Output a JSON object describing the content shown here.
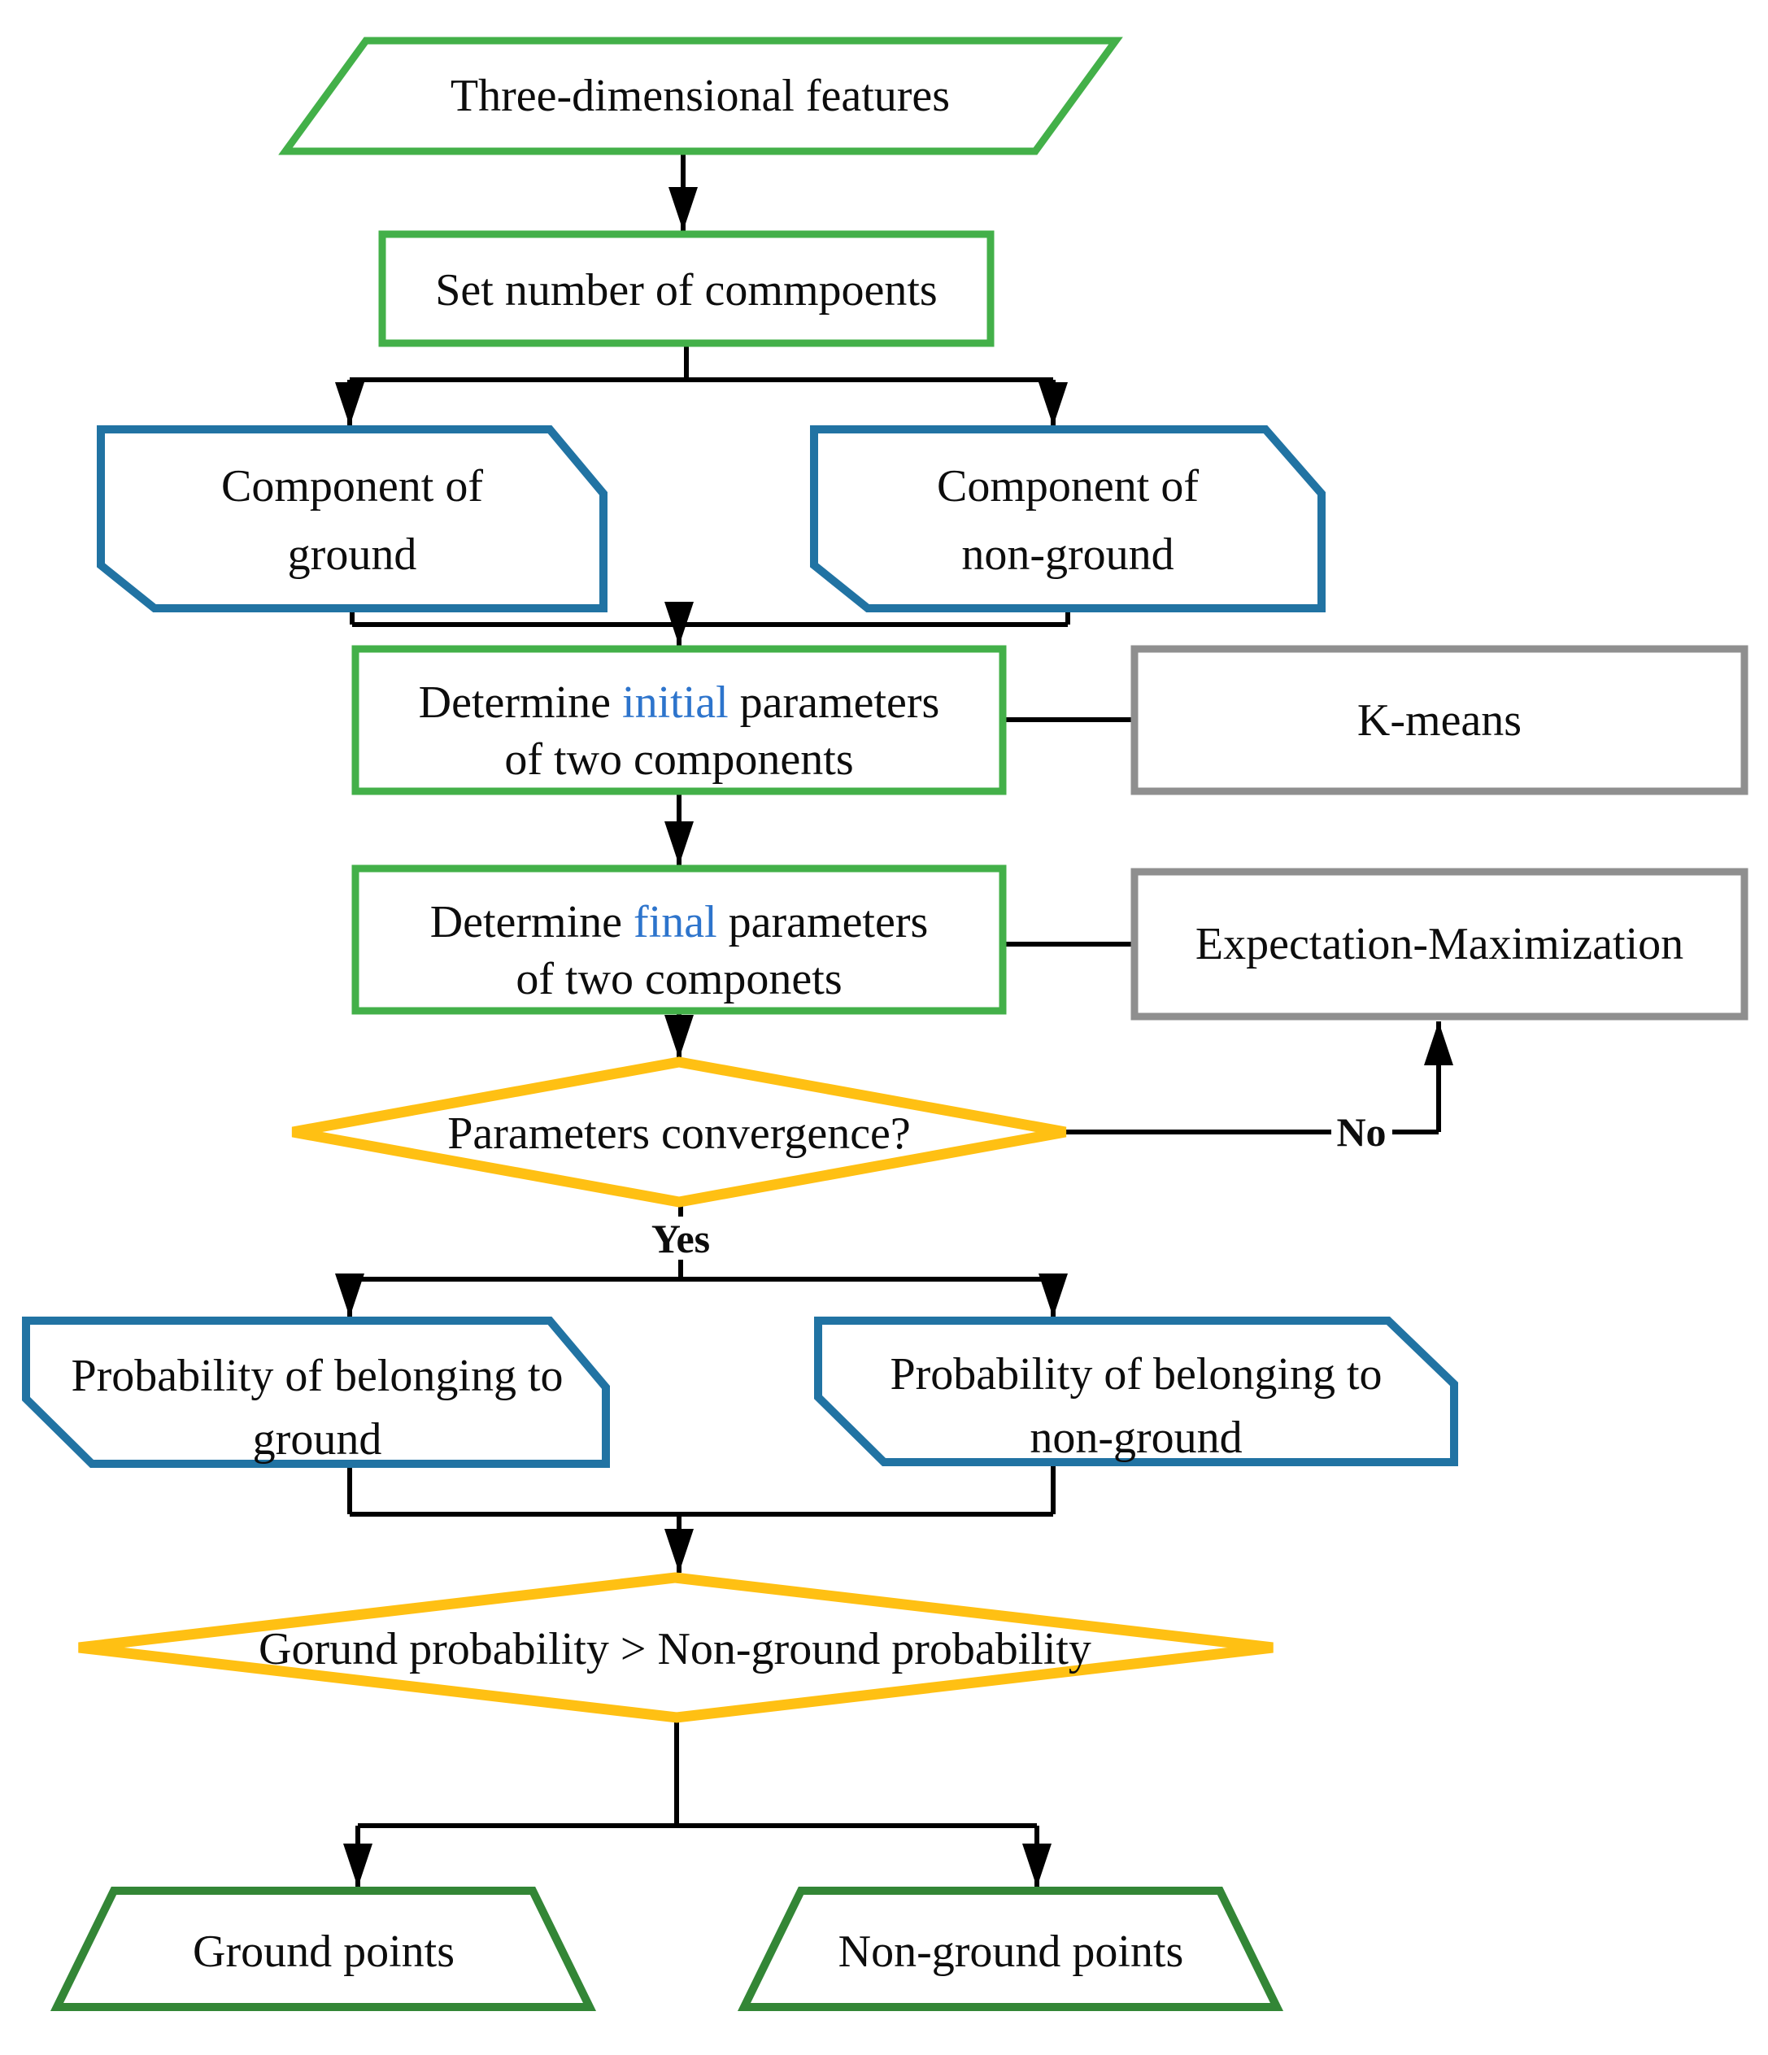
{
  "palette": {
    "bright_green": "#43b049",
    "dark_green": "#338636",
    "blue": "#2173a3",
    "yellow": "#ffc013",
    "gray": "#8f8f8f",
    "red": "#f90b0a",
    "blue_text": "#2d74cc",
    "black": "#000000"
  },
  "nodes": {
    "input": {
      "label": "Three-dimensional features"
    },
    "set_components": {
      "label": "Set number of commpoents"
    },
    "component_ground": {
      "line1": "Component of",
      "line2": "ground"
    },
    "component_nonground": {
      "line1": "Component of",
      "line2": "non-ground"
    },
    "init_params": {
      "line1_pre": "Determine ",
      "line1_highlight": "initial",
      "line1_post": " parameters",
      "line2": "of two components"
    },
    "kmeans": {
      "label": "K-means"
    },
    "final_params": {
      "line1_pre": "Determine ",
      "line1_highlight": "final",
      "line1_post": " parameters",
      "line2": "of two componets"
    },
    "em": {
      "label": "Expectation-Maximization"
    },
    "convergence": {
      "label": "Parameters convergence?"
    },
    "prob_ground": {
      "line1": "Probability of belonging to",
      "line2": "ground"
    },
    "prob_nonground": {
      "line1": "Probability of belonging to",
      "line2": "non-ground"
    },
    "compare": {
      "label": "Gorund probability > Non-ground probability"
    },
    "ground_points": {
      "label": "Ground points"
    },
    "nonground_points": {
      "label": "Non-ground points"
    }
  },
  "edges": {
    "yes_label": "Yes",
    "no_label": "No"
  }
}
